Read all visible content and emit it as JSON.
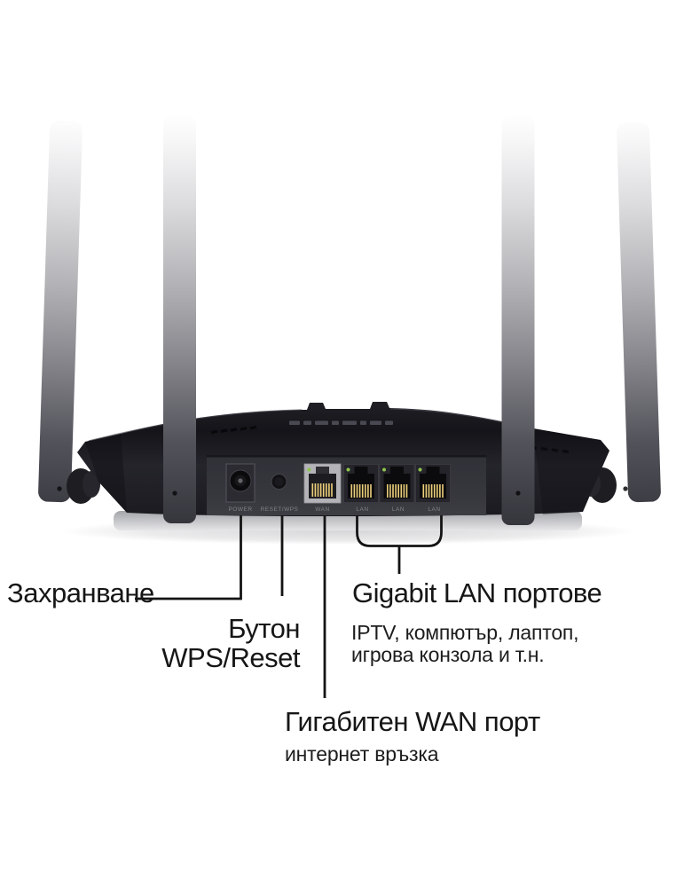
{
  "page": {
    "background": "#ffffff",
    "description": "Rear view of a four-antenna Wi-Fi router with Bulgarian callout labels for ports"
  },
  "device": {
    "kind": "wireless-router-rear-view",
    "antenna_count": 4,
    "port_labels": {
      "power": "POWER",
      "reset_wps": "RESET/WPS",
      "wan": "WAN",
      "lan": "LAN"
    },
    "colors": {
      "antenna_top": "#f6f6f7",
      "antenna_bottom": "#35353c",
      "body_dark": "#15151a",
      "body_mid": "#24242b",
      "rear_panel": "#36363d",
      "wan_frame_silver": "#b4b4b8",
      "lan_frame_dark": "#24242a",
      "jack_interior": "#0b0b0e",
      "pin_gold": "#d9b45e",
      "led_green": "#8fc34f",
      "base_gray": "#a8a8ac",
      "callout_line": "#141414",
      "label_text": "#161616"
    }
  },
  "callouts": {
    "power": {
      "label": "Захранване"
    },
    "wps_reset": {
      "line1": "Бутон",
      "line2": "WPS/Reset"
    },
    "wan": {
      "title": "Гигабитен WAN порт",
      "subtitle": "интернет връзка"
    },
    "lan": {
      "title": "Gigabit LAN портове",
      "subtitle_line1": "IPTV, компютър, лаптоп,",
      "subtitle_line2": "игрова конзола и т.н."
    }
  }
}
